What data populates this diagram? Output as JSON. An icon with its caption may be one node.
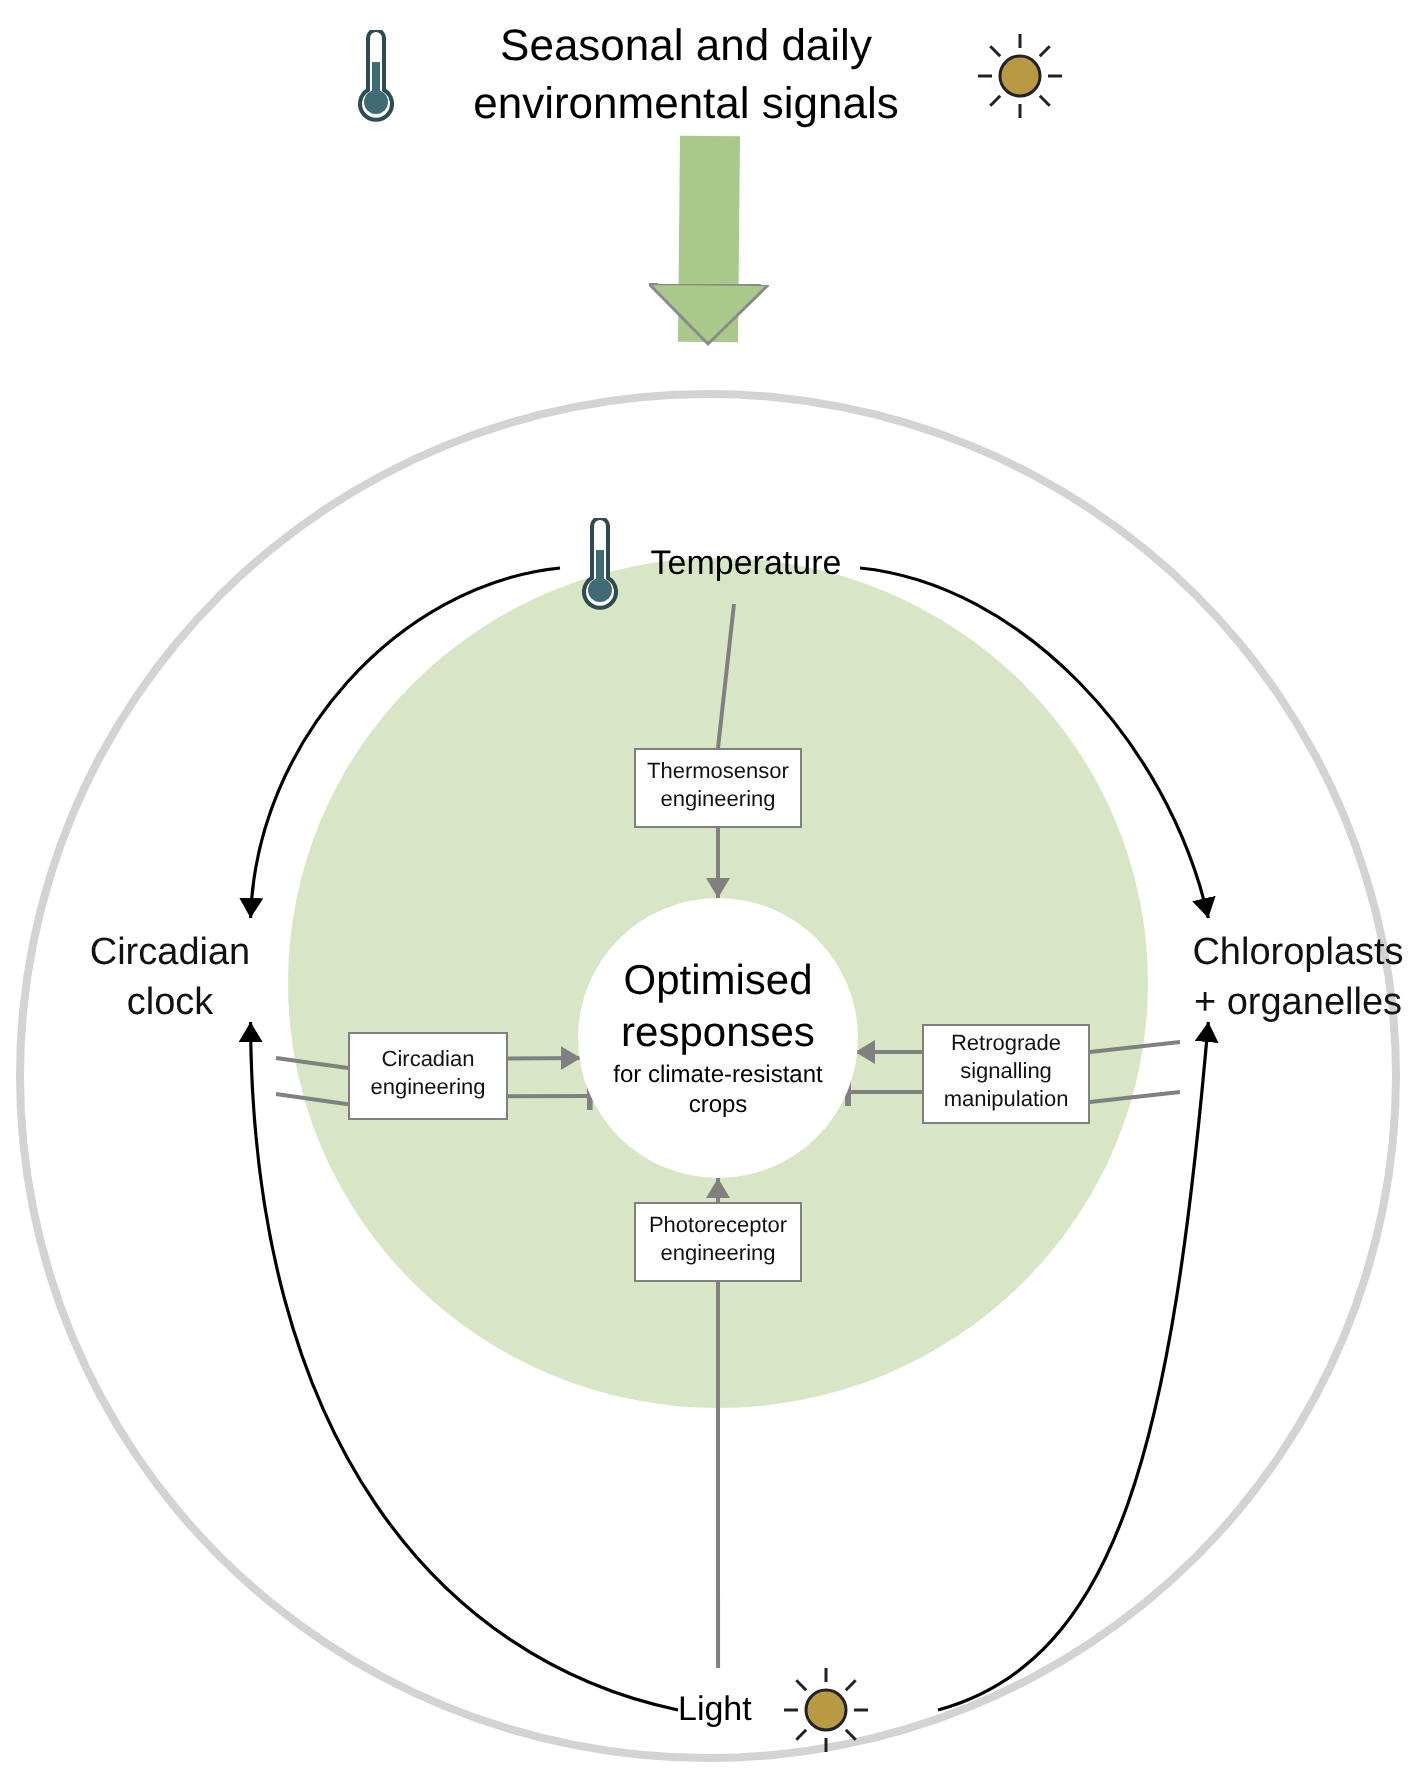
{
  "diagram": {
    "nodes": [
      {
        "text": [
          "Seasonal and daily environmental signals"
        ]
      },
      {
        "text": [],
        "shape": "circle"
      },
      {
        "text": [
          "Temperature"
        ],
        "in": 1
      },
      {
        "text": [
          "Circadian clock"
        ],
        "in": 1
      },
      {
        "text": [
          "Chloroplasts + organelles"
        ],
        "in": 1
      },
      {
        "text": [
          "Light"
        ],
        "in": 1
      },
      {
        "text": [],
        "shape": "circle",
        "in": 1
      },
      {
        "text": [
          "Thermosensor engineering"
        ],
        "in": 6
      },
      {
        "text": [
          "Circadian engineering"
        ],
        "in": 6
      },
      {
        "text": [
          "Optimised responses",
          "for climate-resistant crops"
        ],
        "in": 6
      },
      {
        "text": [
          "Retrograde signalling manipulation"
        ],
        "in": 6
      },
      {
        "text": [
          "Photoreceptor engineering"
        ],
        "in": 6
      }
    ],
    "edges": [
      {
        "from": 0,
        "to": 1,
        "arrow": "to",
        "style": "thick",
        "color": "#a9c98a"
      },
      {
        "from": 2,
        "to": 3,
        "arrow": "to",
        "color": "#000000"
      },
      {
        "from": 2,
        "to": 4,
        "arrow": "to",
        "color": "#000000"
      },
      {
        "from": 5,
        "to": 3,
        "arrow": "to",
        "color": "#000000"
      },
      {
        "from": 5,
        "to": 4,
        "arrow": "to",
        "color": "#000000"
      },
      {
        "from": 2,
        "to": 7,
        "arrow": "none"
      },
      {
        "from": 7,
        "to": 9,
        "arrow": "to"
      },
      {
        "from": 3,
        "to": 8,
        "arrow": "none"
      },
      {
        "from": 3,
        "to": 8,
        "arrow": "none"
      },
      {
        "from": 8,
        "to": 9,
        "arrow": "to"
      },
      {
        "from": 8,
        "to": 9,
        "arrow": "other"
      },
      {
        "from": 4,
        "to": 10,
        "arrow": "none"
      },
      {
        "from": 4,
        "to": 10,
        "arrow": "none"
      },
      {
        "from": 10,
        "to": 9,
        "arrow": "to"
      },
      {
        "from": 10,
        "to": 9,
        "arrow": "other"
      },
      {
        "from": 5,
        "to": 11,
        "arrow": "none"
      },
      {
        "from": 11,
        "to": 9,
        "arrow": "to"
      }
    ]
  }
}
